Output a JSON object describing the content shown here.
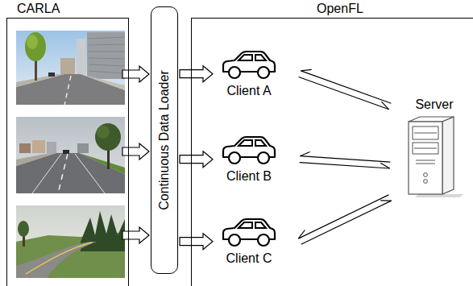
{
  "diagram": {
    "nodes": [
      {
        "text": [
          "CARLA"
        ]
      },
      {
        "text": [
          "Continuous Data Loader"
        ]
      },
      {
        "text": [
          "OpenFL"
        ]
      },
      {
        "text": [
          "Client A"
        ],
        "in": 2
      },
      {
        "text": [
          "Client B"
        ],
        "in": 2
      },
      {
        "text": [
          "Client C"
        ],
        "in": 2
      },
      {
        "text": [
          "Server"
        ],
        "in": 2
      }
    ],
    "edges": [
      {
        "from": 1,
        "to": 3,
        "arrow": "to"
      },
      {
        "from": 1,
        "to": 4,
        "arrow": "to"
      },
      {
        "from": 1,
        "to": 5,
        "arrow": "to"
      },
      {
        "from": 3,
        "to": 6,
        "arrow": "to"
      },
      {
        "from": 6,
        "to": 3,
        "arrow": "to"
      },
      {
        "from": 4,
        "to": 6,
        "arrow": "to"
      },
      {
        "from": 6,
        "to": 4,
        "arrow": "to"
      },
      {
        "from": 5,
        "to": 6,
        "arrow": "to"
      },
      {
        "from": 6,
        "to": 5,
        "arrow": "to"
      }
    ]
  }
}
